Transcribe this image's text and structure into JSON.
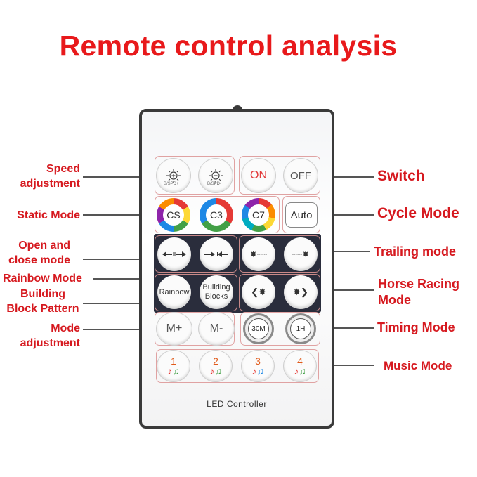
{
  "title": "Remote control analysis",
  "labels_left": {
    "speed_1": "Speed",
    "speed_2": "adjustment",
    "static": "Static Mode",
    "open_1": "Open and",
    "open_2": "close mode",
    "rainbow": "Rainbow Mode",
    "building_1": "Building",
    "building_2": "Block Pattern",
    "mode_1": "Mode",
    "mode_2": "adjustment"
  },
  "labels_right": {
    "switch": "Switch",
    "cycle": "Cycle Mode",
    "trailing": "Trailing mode",
    "horse_1": "Horse Racing",
    "horse_2": "Mode",
    "timing": "Timing Mode",
    "music": "Music Mode"
  },
  "buttons": {
    "speed_up_sub": "B/SPD+",
    "speed_down_sub": "B/SPD-",
    "on": "ON",
    "off": "OFF",
    "cs": "CS",
    "c3": "C3",
    "c7": "C7",
    "auto": "Auto",
    "rainbow": "Rainbow",
    "building_1": "Building",
    "building_2": "Blocks",
    "m_plus": "M+",
    "m_minus": "M-",
    "t30": "30M",
    "t1h": "1H",
    "music": [
      "1",
      "2",
      "3",
      "4"
    ]
  },
  "brand": "LED Controller",
  "colors": {
    "label_red": "#d6191f",
    "title_red": "#e8191b",
    "dark_panel": "#2a2d3c"
  }
}
